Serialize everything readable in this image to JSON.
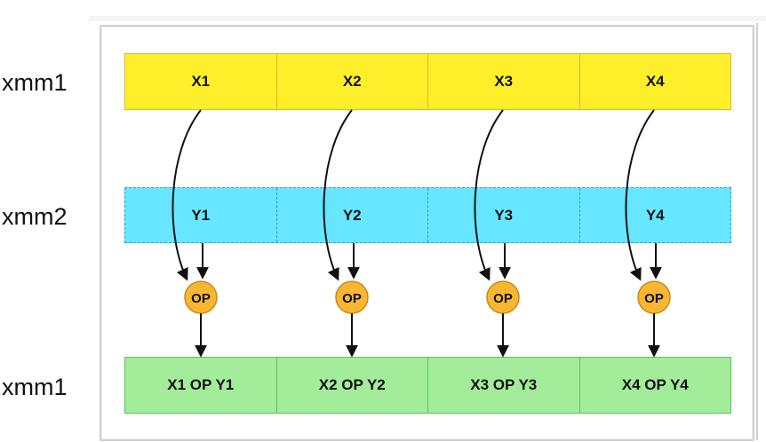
{
  "registers": {
    "top": "xmm1",
    "middle": "xmm2",
    "bottom": "xmm1"
  },
  "row_x": [
    "X1",
    "X2",
    "X3",
    "X4"
  ],
  "row_y": [
    "Y1",
    "Y2",
    "Y3",
    "Y4"
  ],
  "row_result": [
    "X1 OP Y1",
    "X2 OP Y2",
    "X3 OP Y3",
    "X4 OP Y4"
  ],
  "ops": [
    "OP",
    "OP",
    "OP",
    "OP"
  ],
  "colors": {
    "x_fill": "#ffef2a",
    "y_fill": "#66e6ff",
    "result_fill": "#a2ec9a",
    "op_fill": "#f7b731"
  }
}
